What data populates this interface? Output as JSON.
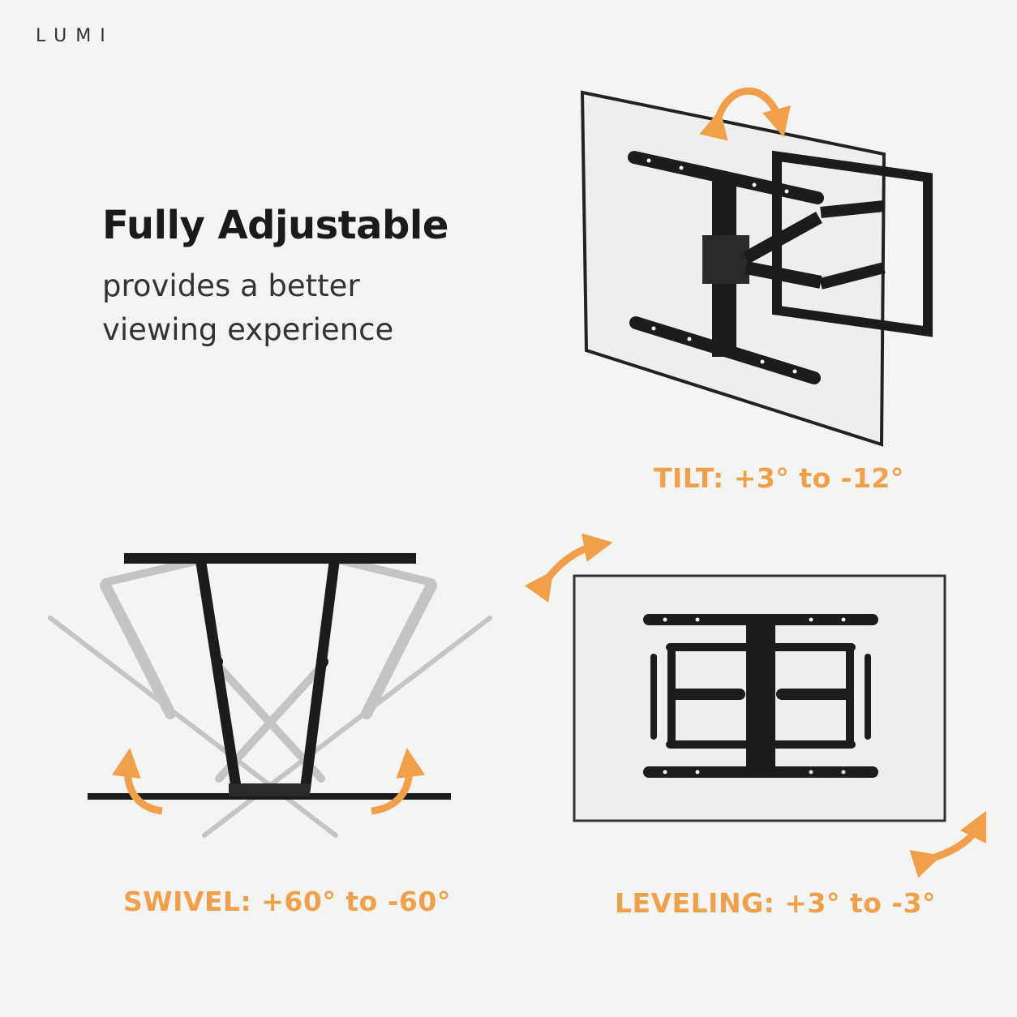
{
  "brand": "LUMI",
  "headline": "Fully Adjustable",
  "subline": [
    "provides a better",
    "viewing experience"
  ],
  "captions": {
    "tilt": "TILT: +3° to -12°",
    "swivel": "SWIVEL: +60° to -60°",
    "leveling": "LEVELING: +3° to -3°"
  },
  "colors": {
    "accent": "#f0a04b",
    "mount": "#1c1c1c",
    "ghost": "#c4c4c4",
    "background": "#f4f4f3"
  },
  "icons": [
    "tilt-arrow-icon",
    "swivel-arrow-icon",
    "leveling-arrow-icon"
  ]
}
